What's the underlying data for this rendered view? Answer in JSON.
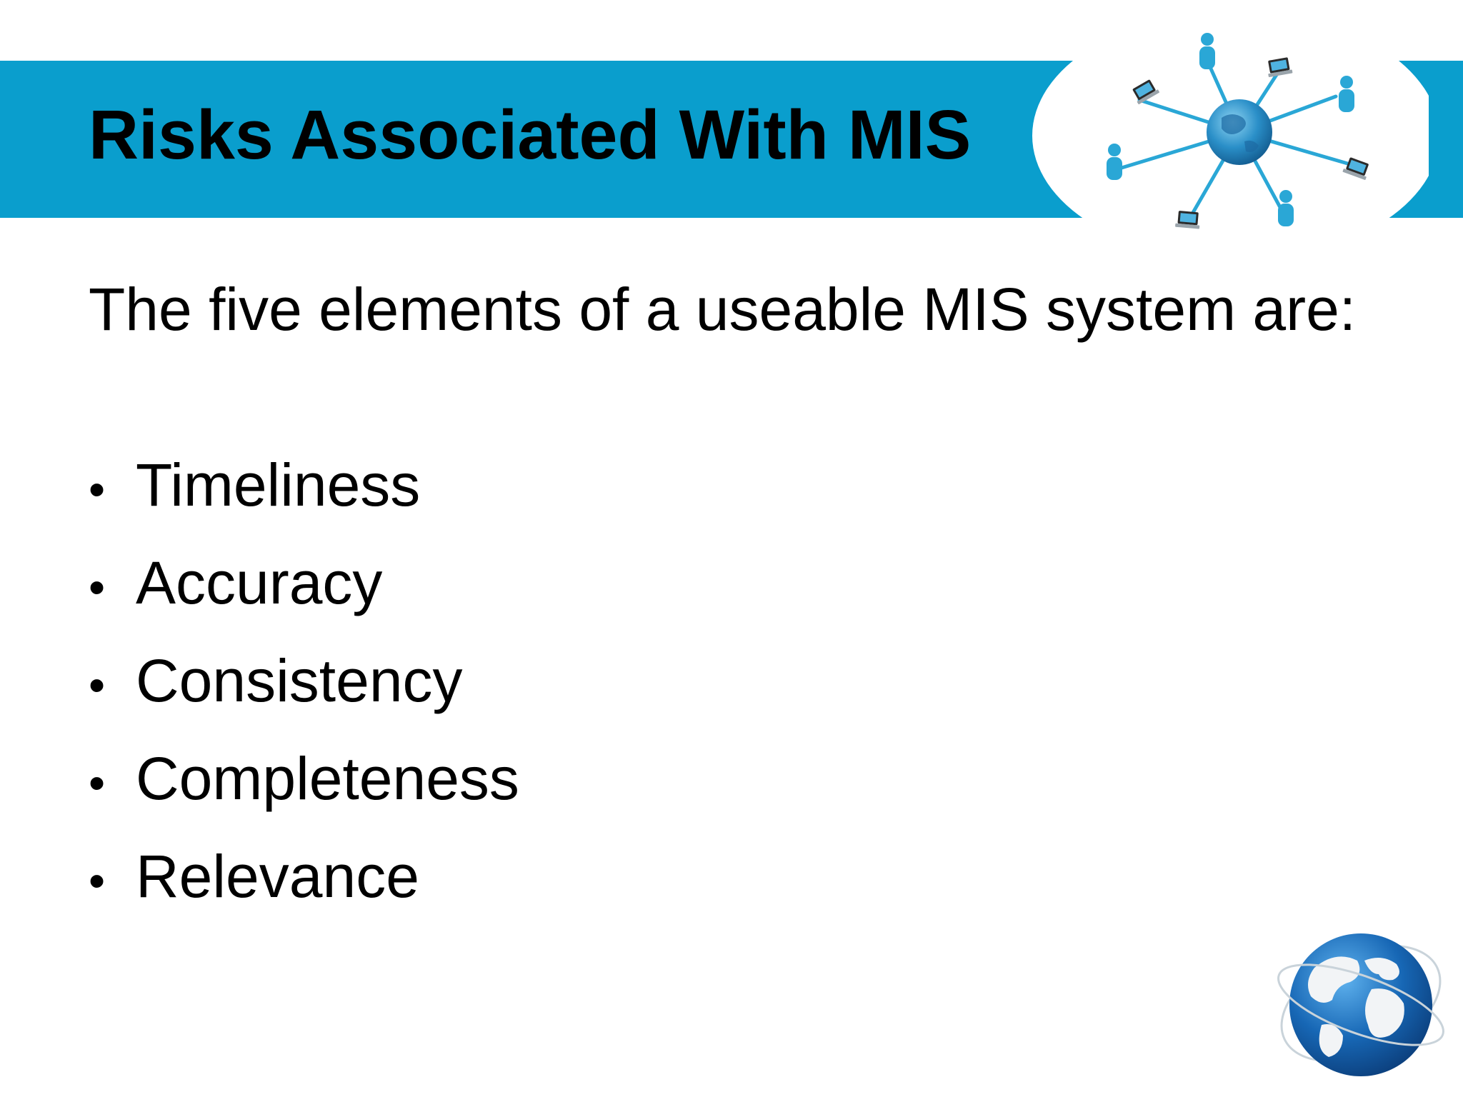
{
  "slide": {
    "title": "Risks Associated With MIS",
    "intro": "The five elements of a useable MIS system are:",
    "bullets": [
      {
        "label": "Timeliness"
      },
      {
        "label": "Accuracy"
      },
      {
        "label": "Consistency"
      },
      {
        "label": "Completeness"
      },
      {
        "label": "Relevance"
      }
    ],
    "bullet_glyph": "•"
  },
  "colors": {
    "title_band": "#0a9ecd",
    "network_accent": "#2aa7d6",
    "globe_ocean": "#1767b5",
    "text": "#000000",
    "background": "#ffffff"
  },
  "icons": {
    "network": "network-icon",
    "globe": "globe-icon"
  }
}
